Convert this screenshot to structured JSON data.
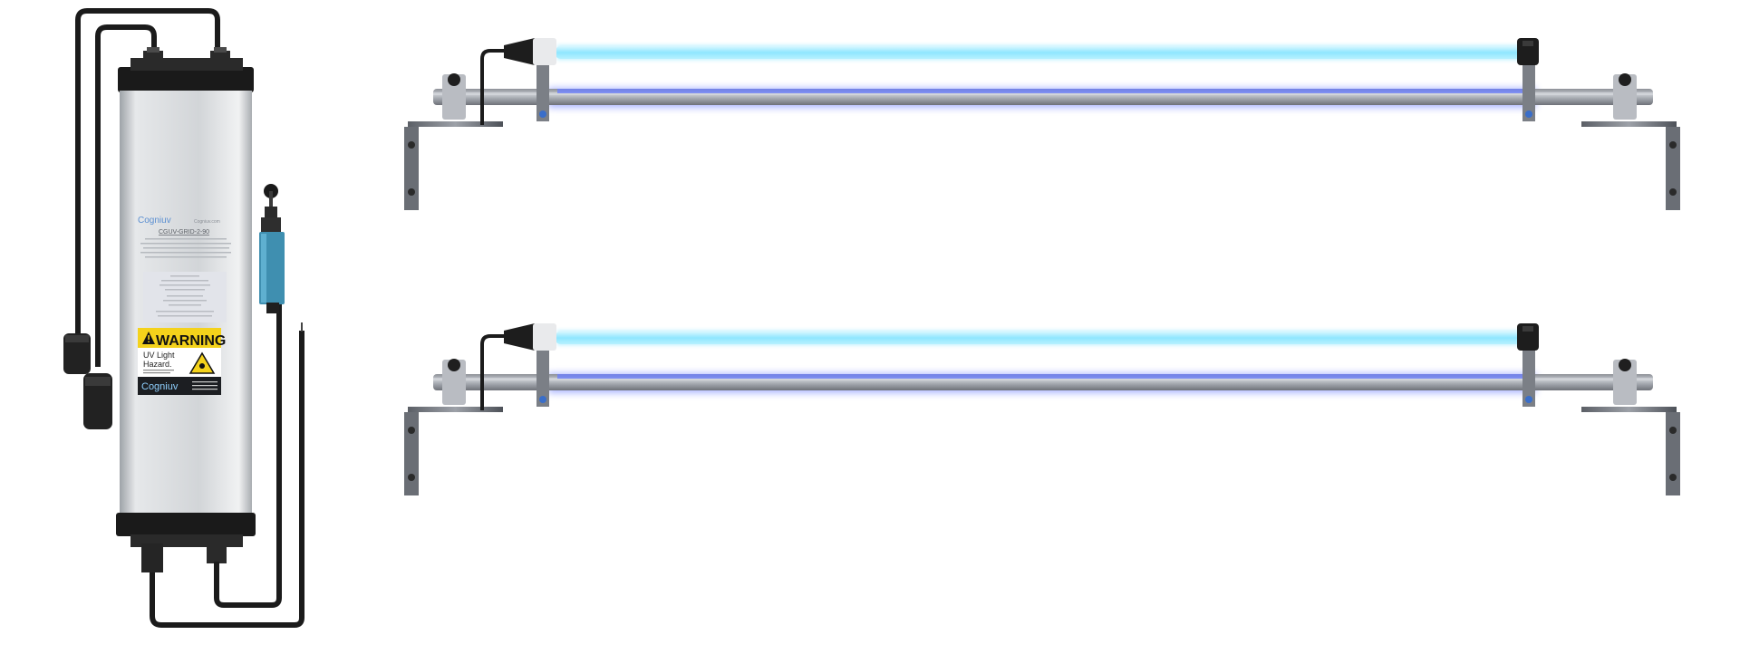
{
  "scene": {
    "background": "#ffffff",
    "controller": {
      "brand": "Cogniuv",
      "brand_small": "Cogniuv.com",
      "model": "CGUV-GRID-2-90",
      "warning_heading": "WARNING",
      "hazard_line1": "UV Light",
      "hazard_line2": "Hazard.",
      "footer_brand": "Cogniuv",
      "colors": {
        "housing": "#d6d8db",
        "cap": "#1a1a1a",
        "warning_yellow": "#f4d21b",
        "sticker_dark": "#1c1e22",
        "limit_switch": "#3f8fb0"
      }
    },
    "lamp_assemblies": [
      {
        "name": "upper",
        "tube_color": "#9fe9ff",
        "glow_color": "#6a7dff"
      },
      {
        "name": "lower",
        "tube_color": "#9fe9ff",
        "glow_color": "#6a7dff"
      }
    ],
    "icons": [
      "warning-triangle-icon",
      "uv-hazard-icon"
    ]
  }
}
